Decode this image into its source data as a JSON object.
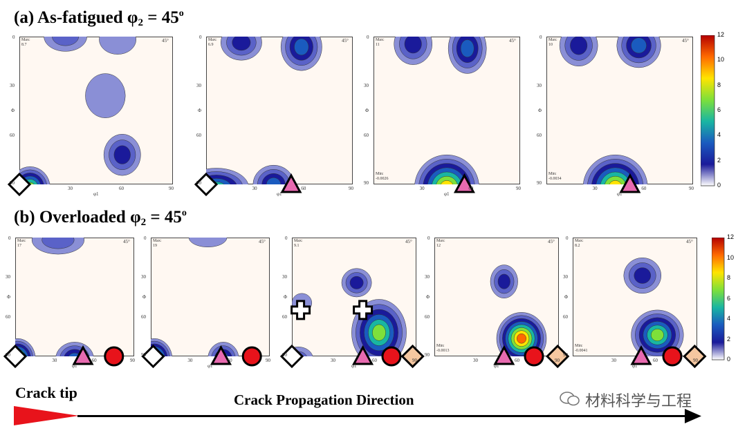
{
  "row_a": {
    "label": "(a)",
    "title": "As-fatigued",
    "phi": "φ",
    "phi_sub": "2",
    "eq": " = 45",
    "deg": "o"
  },
  "row_b": {
    "label": "(b)",
    "title": "Overloaded",
    "phi": "φ",
    "phi_sub": "2",
    "eq": " = 45",
    "deg": "o"
  },
  "axes": {
    "y_symbol": "Φ",
    "x_symbol": "φ1",
    "tick_0": "0",
    "tick_30": "30",
    "tick_60": "60",
    "tick_90": "90",
    "corner": "45°"
  },
  "panels_a": [
    {
      "max_label": "Max:",
      "max": "8.7",
      "min_label": "",
      "min": ""
    },
    {
      "max_label": "Max:",
      "max": "6.9",
      "min_label": "",
      "min": ""
    },
    {
      "max_label": "Max:",
      "max": "11",
      "min_label": "Min:",
      "min": "-0.0026"
    },
    {
      "max_label": "Max:",
      "max": "10",
      "min_label": "Min:",
      "min": "-0.0034"
    }
  ],
  "panels_b": [
    {
      "max_label": "Max:",
      "max": "17",
      "min_label": "",
      "min": ""
    },
    {
      "max_label": "Max:",
      "max": "19",
      "min_label": "",
      "min": ""
    },
    {
      "max_label": "Max:",
      "max": "9.1",
      "min_label": "",
      "min": ""
    },
    {
      "max_label": "Max:",
      "max": "12",
      "min_label": "Min:",
      "min": "-0.0013"
    },
    {
      "max_label": "Max:",
      "max": "8.2",
      "min_label": "Min:",
      "min": "-0.0041"
    }
  ],
  "colorbar": {
    "ticks": [
      "12",
      "10",
      "8",
      "6",
      "4",
      "2",
      "0"
    ],
    "colors": [
      "#b40000",
      "#ff6a00",
      "#ffe400",
      "#7ee03a",
      "#19b6a2",
      "#1a5bbf",
      "#1a1a9a",
      "#ffffff"
    ]
  },
  "bottom": {
    "crack_tip": "Crack tip",
    "direction": "Crack Propagation Direction",
    "watermark": "材料科学与工程"
  },
  "marker_colors": {
    "triangle": "#e86ab0",
    "circle": "#e8131b",
    "diamond_open": "#ffffff",
    "diamond_peach": "#f5c7a0",
    "cross": "#ffffff",
    "tip": "#e8131b"
  }
}
